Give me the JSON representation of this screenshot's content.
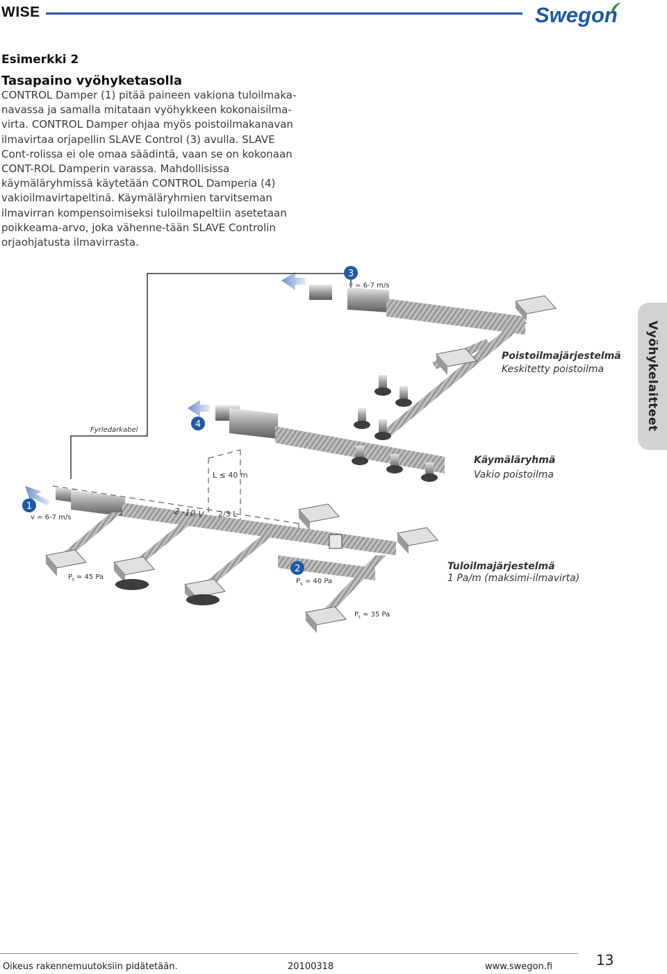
{
  "header": {
    "product": "WISE",
    "brand": "Swegon",
    "rule_color": "#1d5aa7",
    "brand_color": "#1d5aa7"
  },
  "section": {
    "label": "Esimerkki 2",
    "title": "Tasapaino vyöhyketasolla",
    "body": "CONTROL Damper (1) pitää paineen vakiona tuloilmaka-navassa ja samalla mitataan vyöhykkeen kokonaisilma-virta. CONTROL Damper ohjaa myös poistoilmakanavan ilmavirtaa orjapellin SLAVE Control (3) avulla. SLAVE Cont-rolissa ei ole omaa säädintä, vaan se on kokonaan CONT-ROL Damperin varassa. Mahdollisissa käymäläryhmissä käytetään CONTROL Damperia (4) vakioilmavirtapeltinä. Käymäläryhmien tarvitseman ilmavirran kompensoimiseksi tuloilmapeltiin asetetaan poikkeama-arvo, joka vähenne-tään SLAVE Controlin orjaohjatusta ilmavirrasta."
  },
  "side_tab": {
    "label": "Vyöhykelaitteet"
  },
  "diagram": {
    "marker_color": "#1d5aa7",
    "markers": {
      "m1": "1",
      "m2": "2",
      "m3": "3",
      "m4": "4"
    },
    "labels": {
      "v3": "v = 6-7 m/s",
      "v1": "v = 6-7 m/s",
      "cable": "Fyrledarkabel",
      "length": "L ≤ 40 m",
      "voltage": "2 -10 V",
      "two_thirds": "2/3 L",
      "pt45_p": "P",
      "pt45_sub": "t",
      "pt45_rest": " ≈ 45 Pa",
      "ps40_p": "P",
      "ps40_sub": "s",
      "ps40_rest": " = 40 Pa",
      "pt35_p": "P",
      "pt35_sub": "t",
      "pt35_rest": " ≈ 35 Pa"
    },
    "exhaust": {
      "title": "Poistoilmajärjestelmä",
      "subtitle": "Keskitetty poistoilma"
    },
    "toilet": {
      "title": "Käymäläryhmä",
      "subtitle": "Vakio poistoilma"
    },
    "supply": {
      "title": "Tuloilmajärjestelmä",
      "subtitle": "1 Pa/m (maksimi-ilmavirta)"
    }
  },
  "footer": {
    "notice": "Oikeus rakennemuutoksiin pidätetään.",
    "date": "20100318",
    "url": "www.swegon.fi",
    "page": "13"
  }
}
